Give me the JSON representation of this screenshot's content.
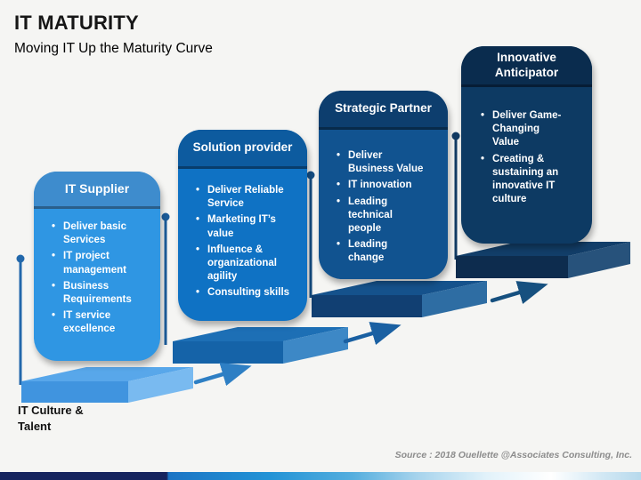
{
  "slide": {
    "title": "IT MATURITY",
    "subtitle": "Moving IT Up the Maturity Curve",
    "base_label": "IT Culture & Talent",
    "source": "Source : 2018 Ouellette @Associates Consulting, Inc.",
    "background_color": "#f5f5f3",
    "bottom_bar_colors": [
      "#16245e",
      "#1b74c4",
      "#2293d6",
      "#a6d3ec",
      "#ffffff",
      "#b7d9ec"
    ]
  },
  "cards": [
    {
      "title": "IT Supplier",
      "header_color": "#3e8ccd",
      "body_color": "#2f96e3",
      "bullets": [
        "Deliver basic Services",
        "IT project management",
        "Business Requirements",
        "IT service excellence"
      ]
    },
    {
      "title": "Solution provider",
      "header_color": "#0d5b9f",
      "body_color": "#0f72c4",
      "bullets": [
        "Deliver Reliable Service",
        "Marketing IT’s value",
        "Influence & organizational agility",
        "Consulting skills"
      ]
    },
    {
      "title": "Strategic Partner",
      "header_color": "#0d3e6e",
      "body_color": "#115390",
      "bullets": [
        "Deliver Business Value",
        "IT innovation",
        "Leading technical people",
        "Leading change"
      ]
    },
    {
      "title": "Innovative Anticipator",
      "header_color": "#0a2c4e",
      "body_color": "#0d3a63",
      "bullets": [
        "Deliver Game-Changing Value",
        "Creating & sustaining an innovative IT culture"
      ]
    }
  ],
  "steps": [
    {
      "top": "#58a7ea",
      "front": "#4094df",
      "side": "#79baf0"
    },
    {
      "top": "#1d6fb5",
      "front": "#1563a8",
      "side": "#3d88c6"
    },
    {
      "top": "#15528c",
      "front": "#113f72",
      "side": "#2e6da3"
    },
    {
      "top": "#123e69",
      "front": "#0d2c4e",
      "side": "#27527b"
    }
  ],
  "arrows": [
    {
      "color": "#2e7fc4"
    },
    {
      "color": "#1a60a2"
    },
    {
      "color": "#16507f"
    }
  ],
  "pins": [
    {
      "color": "#2268ab"
    },
    {
      "color": "#1b5c9b"
    },
    {
      "color": "#154e84"
    },
    {
      "color": "#113a63"
    }
  ]
}
